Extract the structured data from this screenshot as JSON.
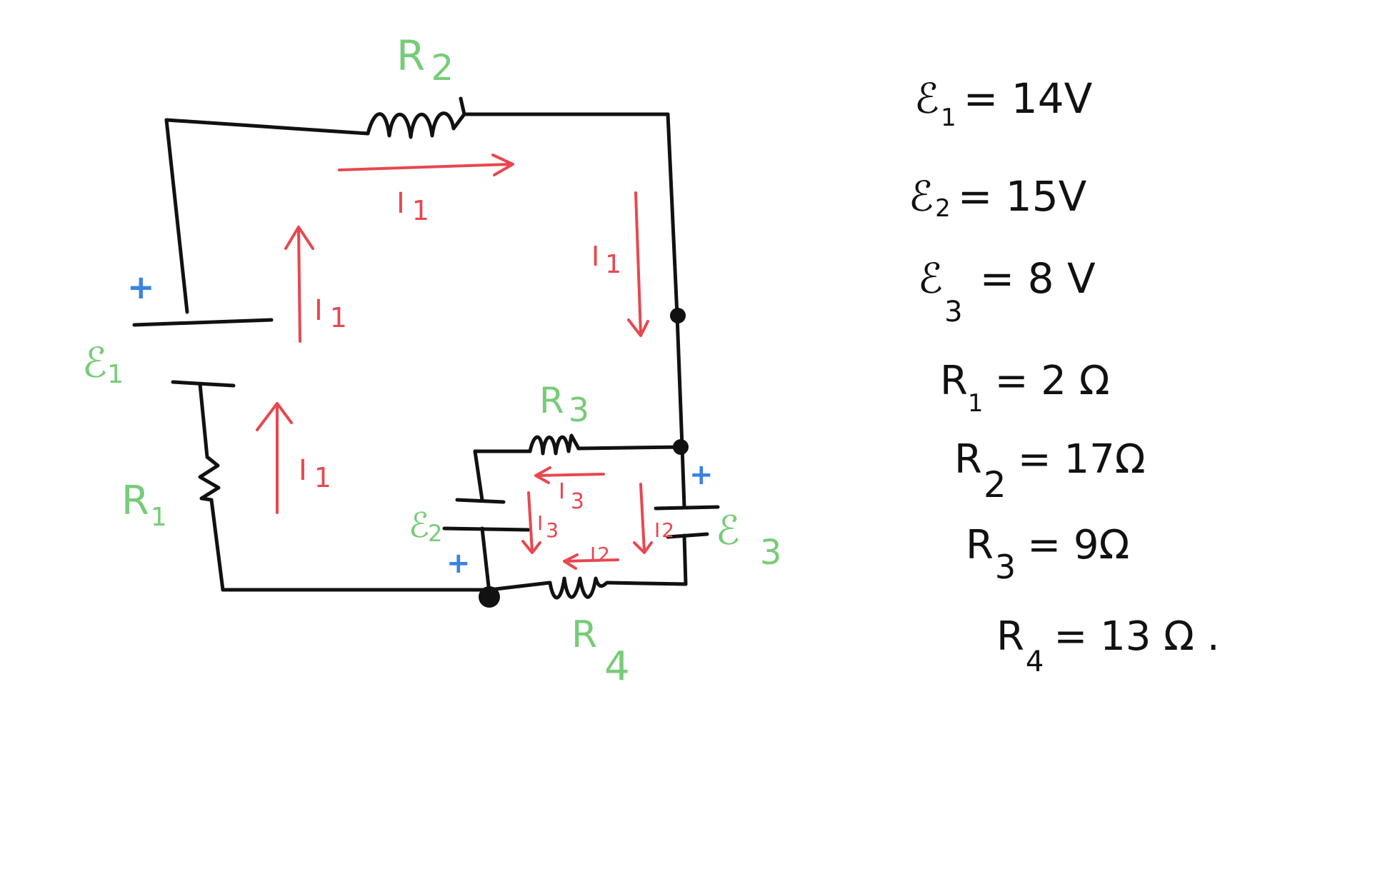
{
  "colors": {
    "wire": "#111111",
    "component_label": "#77cc77",
    "current_label": "#e8474f",
    "polarity": "#3b82e6",
    "background": "#ffffff"
  },
  "circuit": {
    "resistors": [
      {
        "id": "r1",
        "label": "R",
        "sub": "1"
      },
      {
        "id": "r2",
        "label": "R",
        "sub": "2"
      },
      {
        "id": "r3",
        "label": "R",
        "sub": "3"
      },
      {
        "id": "r4",
        "label": "R",
        "sub": "4"
      }
    ],
    "sources": [
      {
        "id": "e1",
        "label": "ℰ",
        "sub": "1"
      },
      {
        "id": "e2",
        "label": "ℰ",
        "sub": "2"
      },
      {
        "id": "e3",
        "label": "ℰ",
        "sub": "3"
      }
    ],
    "polarity_mark": "+",
    "currents": {
      "i1": {
        "label": "I",
        "sub": "1"
      },
      "i2": {
        "label": "I",
        "sub": "2"
      },
      "i3": {
        "label": "I",
        "sub": "3"
      }
    }
  },
  "values": [
    {
      "id": "e1",
      "symbol": "ℰ",
      "sub": "1",
      "value": "= 14V"
    },
    {
      "id": "e2",
      "symbol": "ℰ",
      "sub": "2",
      "value": "= 15V"
    },
    {
      "id": "e3",
      "symbol": "ℰ",
      "sub": "3",
      "value": "= 8 V"
    },
    {
      "id": "r1",
      "symbol": "R",
      "sub": "1",
      "value": "= 2 Ω"
    },
    {
      "id": "r2",
      "symbol": "R",
      "sub": "2",
      "value": "= 17Ω"
    },
    {
      "id": "r3",
      "symbol": "R",
      "sub": "3",
      "value": "= 9Ω"
    },
    {
      "id": "r4",
      "symbol": "R",
      "sub": "4",
      "value": "= 13 Ω ."
    }
  ]
}
